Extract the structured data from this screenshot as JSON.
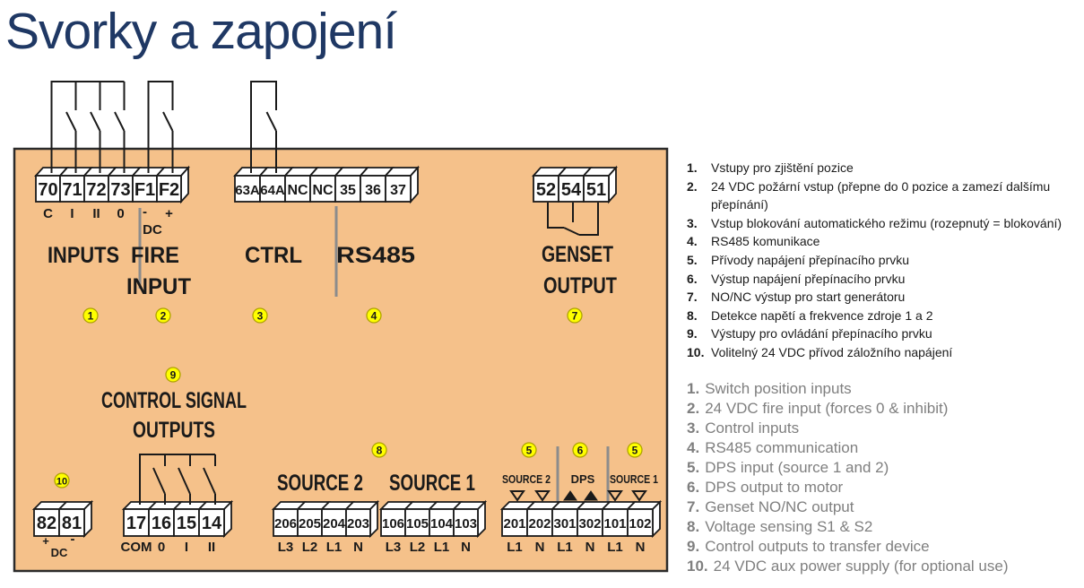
{
  "title": "Svorky a zapojení",
  "colors": {
    "panel_fill": "#F5C18A",
    "panel_border": "#2b2b2b",
    "title_color": "#1F3864",
    "badge_fill": "#FFFF00",
    "badge_border": "#AFA300",
    "legend_en_color": "#7F7F7F",
    "wire_color": "#1a1a1a",
    "divider_color": "#8C8C8C"
  },
  "panel": {
    "blocks": {
      "inputs": {
        "terminals": [
          "70",
          "71",
          "72",
          "73",
          "F1",
          "F2"
        ],
        "pins": [
          "C",
          "I",
          "II",
          "0",
          "-",
          "+"
        ]
      },
      "ctrl": {
        "terminals": [
          "63A",
          "64A",
          "NC",
          "NC",
          "35",
          "36",
          "37"
        ]
      },
      "genset": {
        "terminals": [
          "52",
          "54",
          "51"
        ]
      },
      "aux": {
        "terminals": [
          "82",
          "81"
        ],
        "pins": [
          "+",
          "DC",
          "-"
        ]
      },
      "outputs": {
        "terminals": [
          "17",
          "16",
          "15",
          "14"
        ],
        "pins": [
          "COM",
          "0",
          "I",
          "II"
        ]
      },
      "source2": {
        "terminals": [
          "206",
          "205",
          "204",
          "203"
        ],
        "pins": [
          "L3",
          "L2",
          "L1",
          "N"
        ]
      },
      "source1": {
        "terminals": [
          "106",
          "105",
          "104",
          "103"
        ],
        "pins": [
          "L3",
          "L2",
          "L1",
          "N"
        ]
      },
      "dps": {
        "terminals": [
          "201",
          "202",
          "301",
          "302",
          "101",
          "102"
        ],
        "pins": [
          "L1",
          "N",
          "L1",
          "N",
          "L1",
          "N"
        ]
      }
    },
    "labels": {
      "inputs": "INPUTS",
      "dc": "DC",
      "fire": "FIRE",
      "input": "INPUT",
      "ctrl": "CTRL",
      "rs485": "RS485",
      "genset": "GENSET",
      "output": "OUTPUT",
      "control_signal": "CONTROL SIGNAL",
      "outputs": "OUTPUTS",
      "source2_big": "SOURCE 2",
      "source1_big": "SOURCE 1",
      "source2_small": "SOURCE 2",
      "dps_small": "DPS",
      "source1_small": "SOURCE 1"
    },
    "badges": {
      "b1": "1",
      "b2": "2",
      "b3": "3",
      "b4": "4",
      "b5a": "5",
      "b5b": "5",
      "b6": "6",
      "b7": "7",
      "b8": "8",
      "b9": "9",
      "b10": "10"
    }
  },
  "legend_cs": {
    "items": [
      {
        "num": "1.",
        "text": "Vstupy pro zjištění pozice"
      },
      {
        "num": "2.",
        "text": "24 VDC požární vstup (přepne do 0 pozice a zamezí dalšímu"
      },
      {
        "num": "",
        "text": "přepínání)"
      },
      {
        "num": "3.",
        "text": "Vstup blokování automatického režimu (rozepnutý = blokování)"
      },
      {
        "num": "4.",
        "text": "RS485 komunikace"
      },
      {
        "num": "5.",
        "text": "Přívody napájení přepínacího prvku"
      },
      {
        "num": "6.",
        "text": "Výstup napájení přepínacího prvku"
      },
      {
        "num": "7.",
        "text": "NO/NC výstup pro start generátoru"
      },
      {
        "num": "8.",
        "text": "Detekce napětí a frekvence zdroje 1 a 2"
      },
      {
        "num": "9.",
        "text": "Výstupy pro ovládání přepínacího prvku"
      },
      {
        "num": "10.",
        "text": "Volitelný 24 VDC přívod záložního napájení"
      }
    ]
  },
  "legend_en": {
    "items": [
      {
        "num": "1.",
        "text": "Switch position inputs"
      },
      {
        "num": "2.",
        "text": "24 VDC fire input (forces 0 & inhibit)"
      },
      {
        "num": "3.",
        "text": "Control inputs"
      },
      {
        "num": "4.",
        "text": "RS485 communication"
      },
      {
        "num": "5.",
        "text": "DPS input (source 1 and 2)"
      },
      {
        "num": "6.",
        "text": "DPS output to motor"
      },
      {
        "num": "7.",
        "text": "Genset NO/NC output"
      },
      {
        "num": "8.",
        "text": "Voltage sensing S1 & S2"
      },
      {
        "num": "9.",
        "text": "Control outputs to transfer device"
      },
      {
        "num": "10.",
        "text": "24 VDC aux power supply (for optional use)"
      }
    ]
  }
}
